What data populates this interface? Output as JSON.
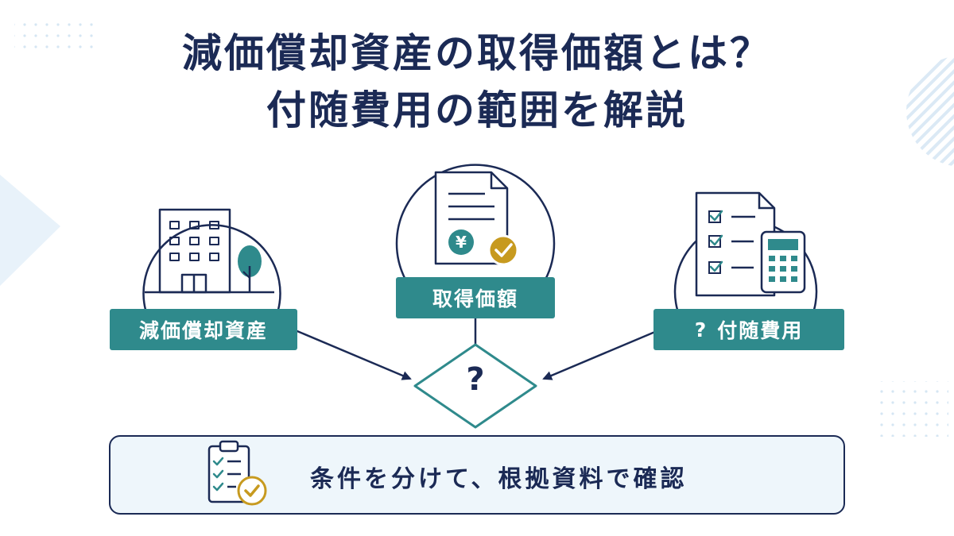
{
  "title": {
    "line1": "減価償却資産の取得価額とは？",
    "line2": "付随費用の範囲を解説"
  },
  "nodes": {
    "asset": {
      "label": "減価償却資産",
      "icon": "building-icon"
    },
    "acquisition_cost": {
      "label": "取得価額",
      "icon": "yen-document-check-icon"
    },
    "incidental_costs": {
      "prefix": "?",
      "label": "付随費用",
      "icon": "checklist-calculator-icon"
    }
  },
  "center": {
    "symbol": "?"
  },
  "result": {
    "text": "条件を分けて、根拠資料で確認",
    "icon": "clipboard-check-icon"
  },
  "colors": {
    "navy": "#1b2a55",
    "teal": "#2f8a8c",
    "gold": "#c79a1f",
    "light_blue": "#eef6fb",
    "decor": "#cfe2f1"
  }
}
